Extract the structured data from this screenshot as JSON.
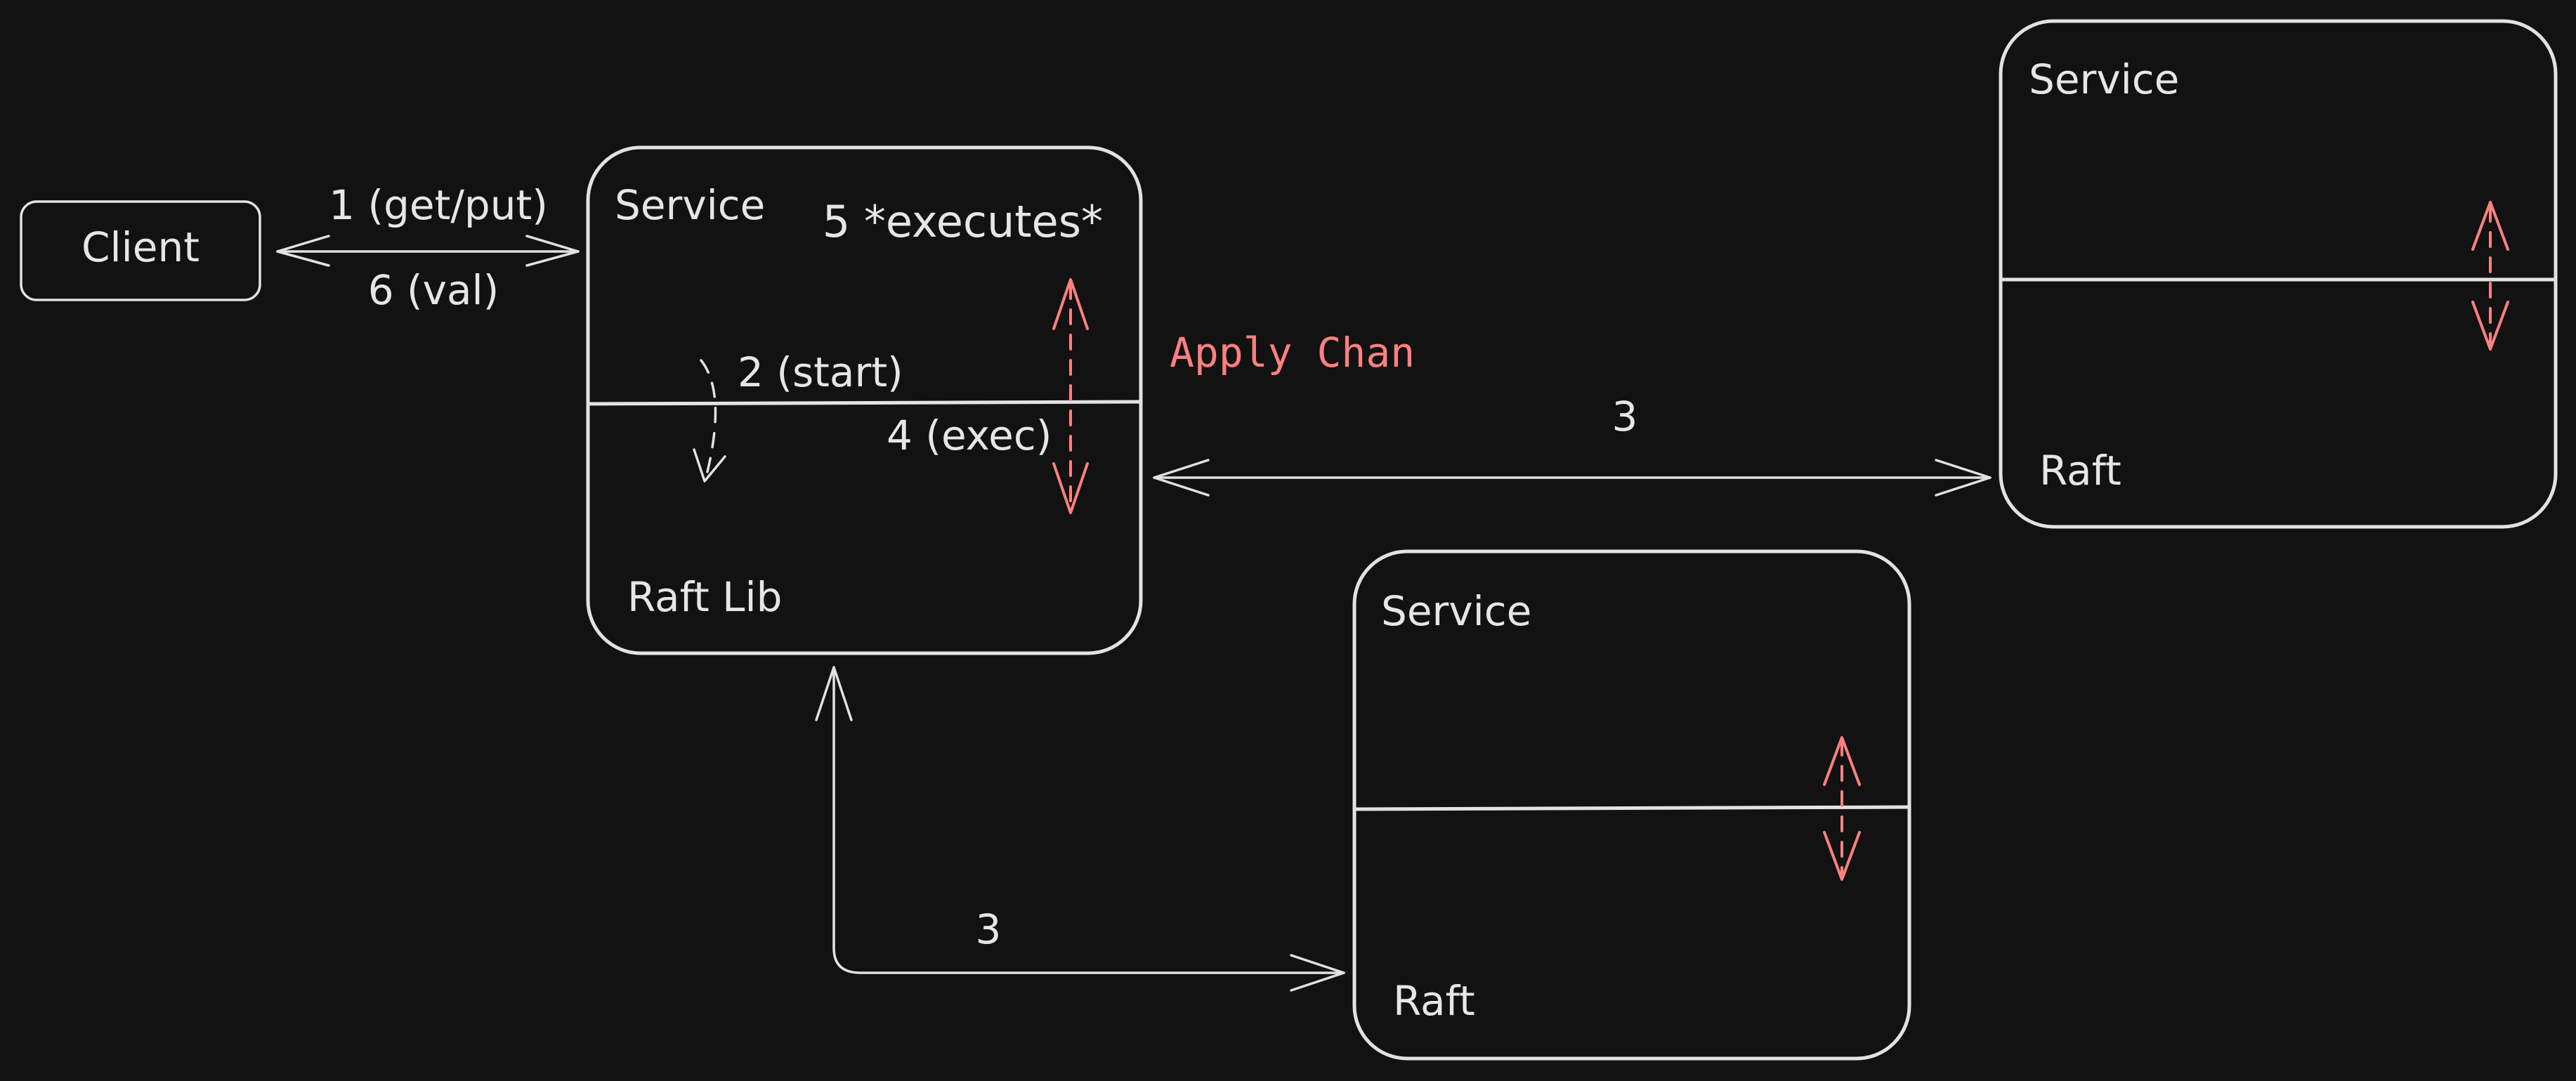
{
  "colors": {
    "background": "#121212",
    "stroke": "#e2e2e2",
    "text": "#e6e6e6",
    "accent": "#ff8080"
  },
  "client": {
    "label": "Client"
  },
  "main_node": {
    "service_label": "Service",
    "raft_label": "Raft Lib",
    "executes_label": "5 *executes*",
    "start_label": "2 (start)",
    "exec_label": "4 (exec)"
  },
  "client_link": {
    "request_label": "1 (get/put)",
    "response_label": "6 (val)"
  },
  "apply_chan": {
    "label": "Apply Chan"
  },
  "peer_top_right": {
    "service_label": "Service",
    "raft_label": "Raft"
  },
  "peer_bottom": {
    "service_label": "Service",
    "raft_label": "Raft"
  },
  "replication": {
    "right_label": "3",
    "bottom_label": "3"
  }
}
